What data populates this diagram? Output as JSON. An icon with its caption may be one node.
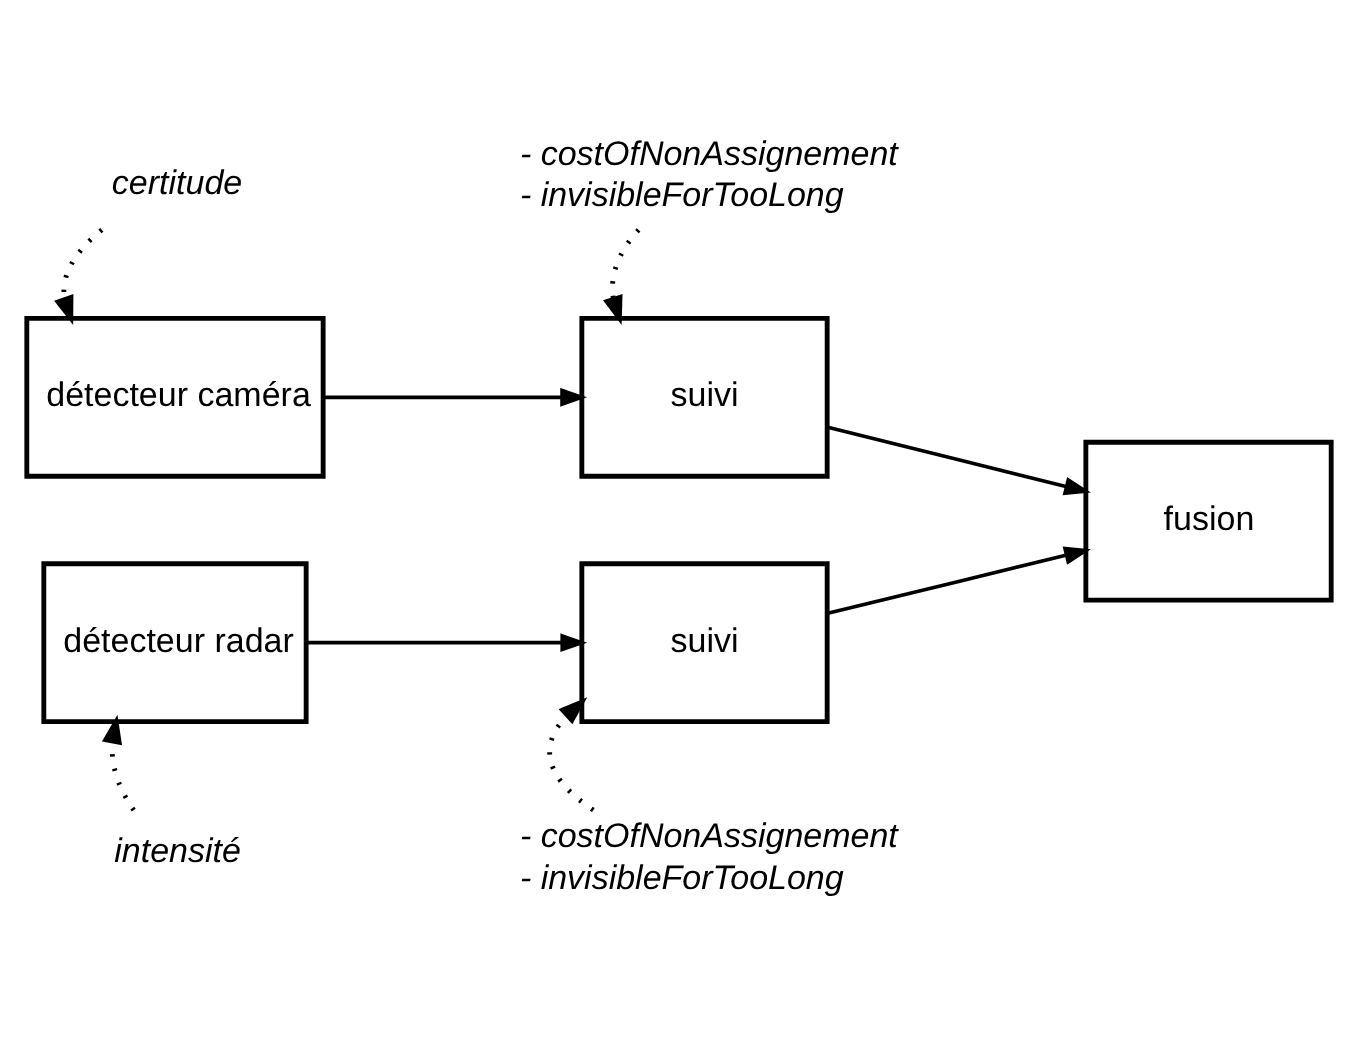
{
  "diagram": {
    "nodes": [
      {
        "text": [
          "certitude"
        ]
      },
      {
        "text": [
          "- costOfNonAssignement",
          "- invisibleForTooLong"
        ]
      },
      {
        "text": [
          "détecteur caméra"
        ]
      },
      {
        "text": [
          "suivi"
        ]
      },
      {
        "text": [
          "fusion"
        ]
      },
      {
        "text": [
          "détecteur radar"
        ]
      },
      {
        "text": [
          "suivi"
        ]
      },
      {
        "text": [
          "intensité"
        ]
      },
      {
        "text": [
          "- costOfNonAssignement",
          "- invisibleForTooLong"
        ]
      }
    ],
    "edges": [
      {
        "from": 0,
        "to": 2,
        "arrow": "to",
        "style": "dashed"
      },
      {
        "from": 1,
        "to": 3,
        "arrow": "to",
        "style": "dashed"
      },
      {
        "from": 2,
        "to": 3,
        "arrow": "to"
      },
      {
        "from": 3,
        "to": 4,
        "arrow": "to"
      },
      {
        "from": 5,
        "to": 6,
        "arrow": "to"
      },
      {
        "from": 6,
        "to": 4,
        "arrow": "to"
      },
      {
        "from": 7,
        "to": 5,
        "arrow": "to",
        "style": "dashed"
      },
      {
        "from": 8,
        "to": 6,
        "arrow": "to",
        "style": "dashed"
      }
    ]
  }
}
